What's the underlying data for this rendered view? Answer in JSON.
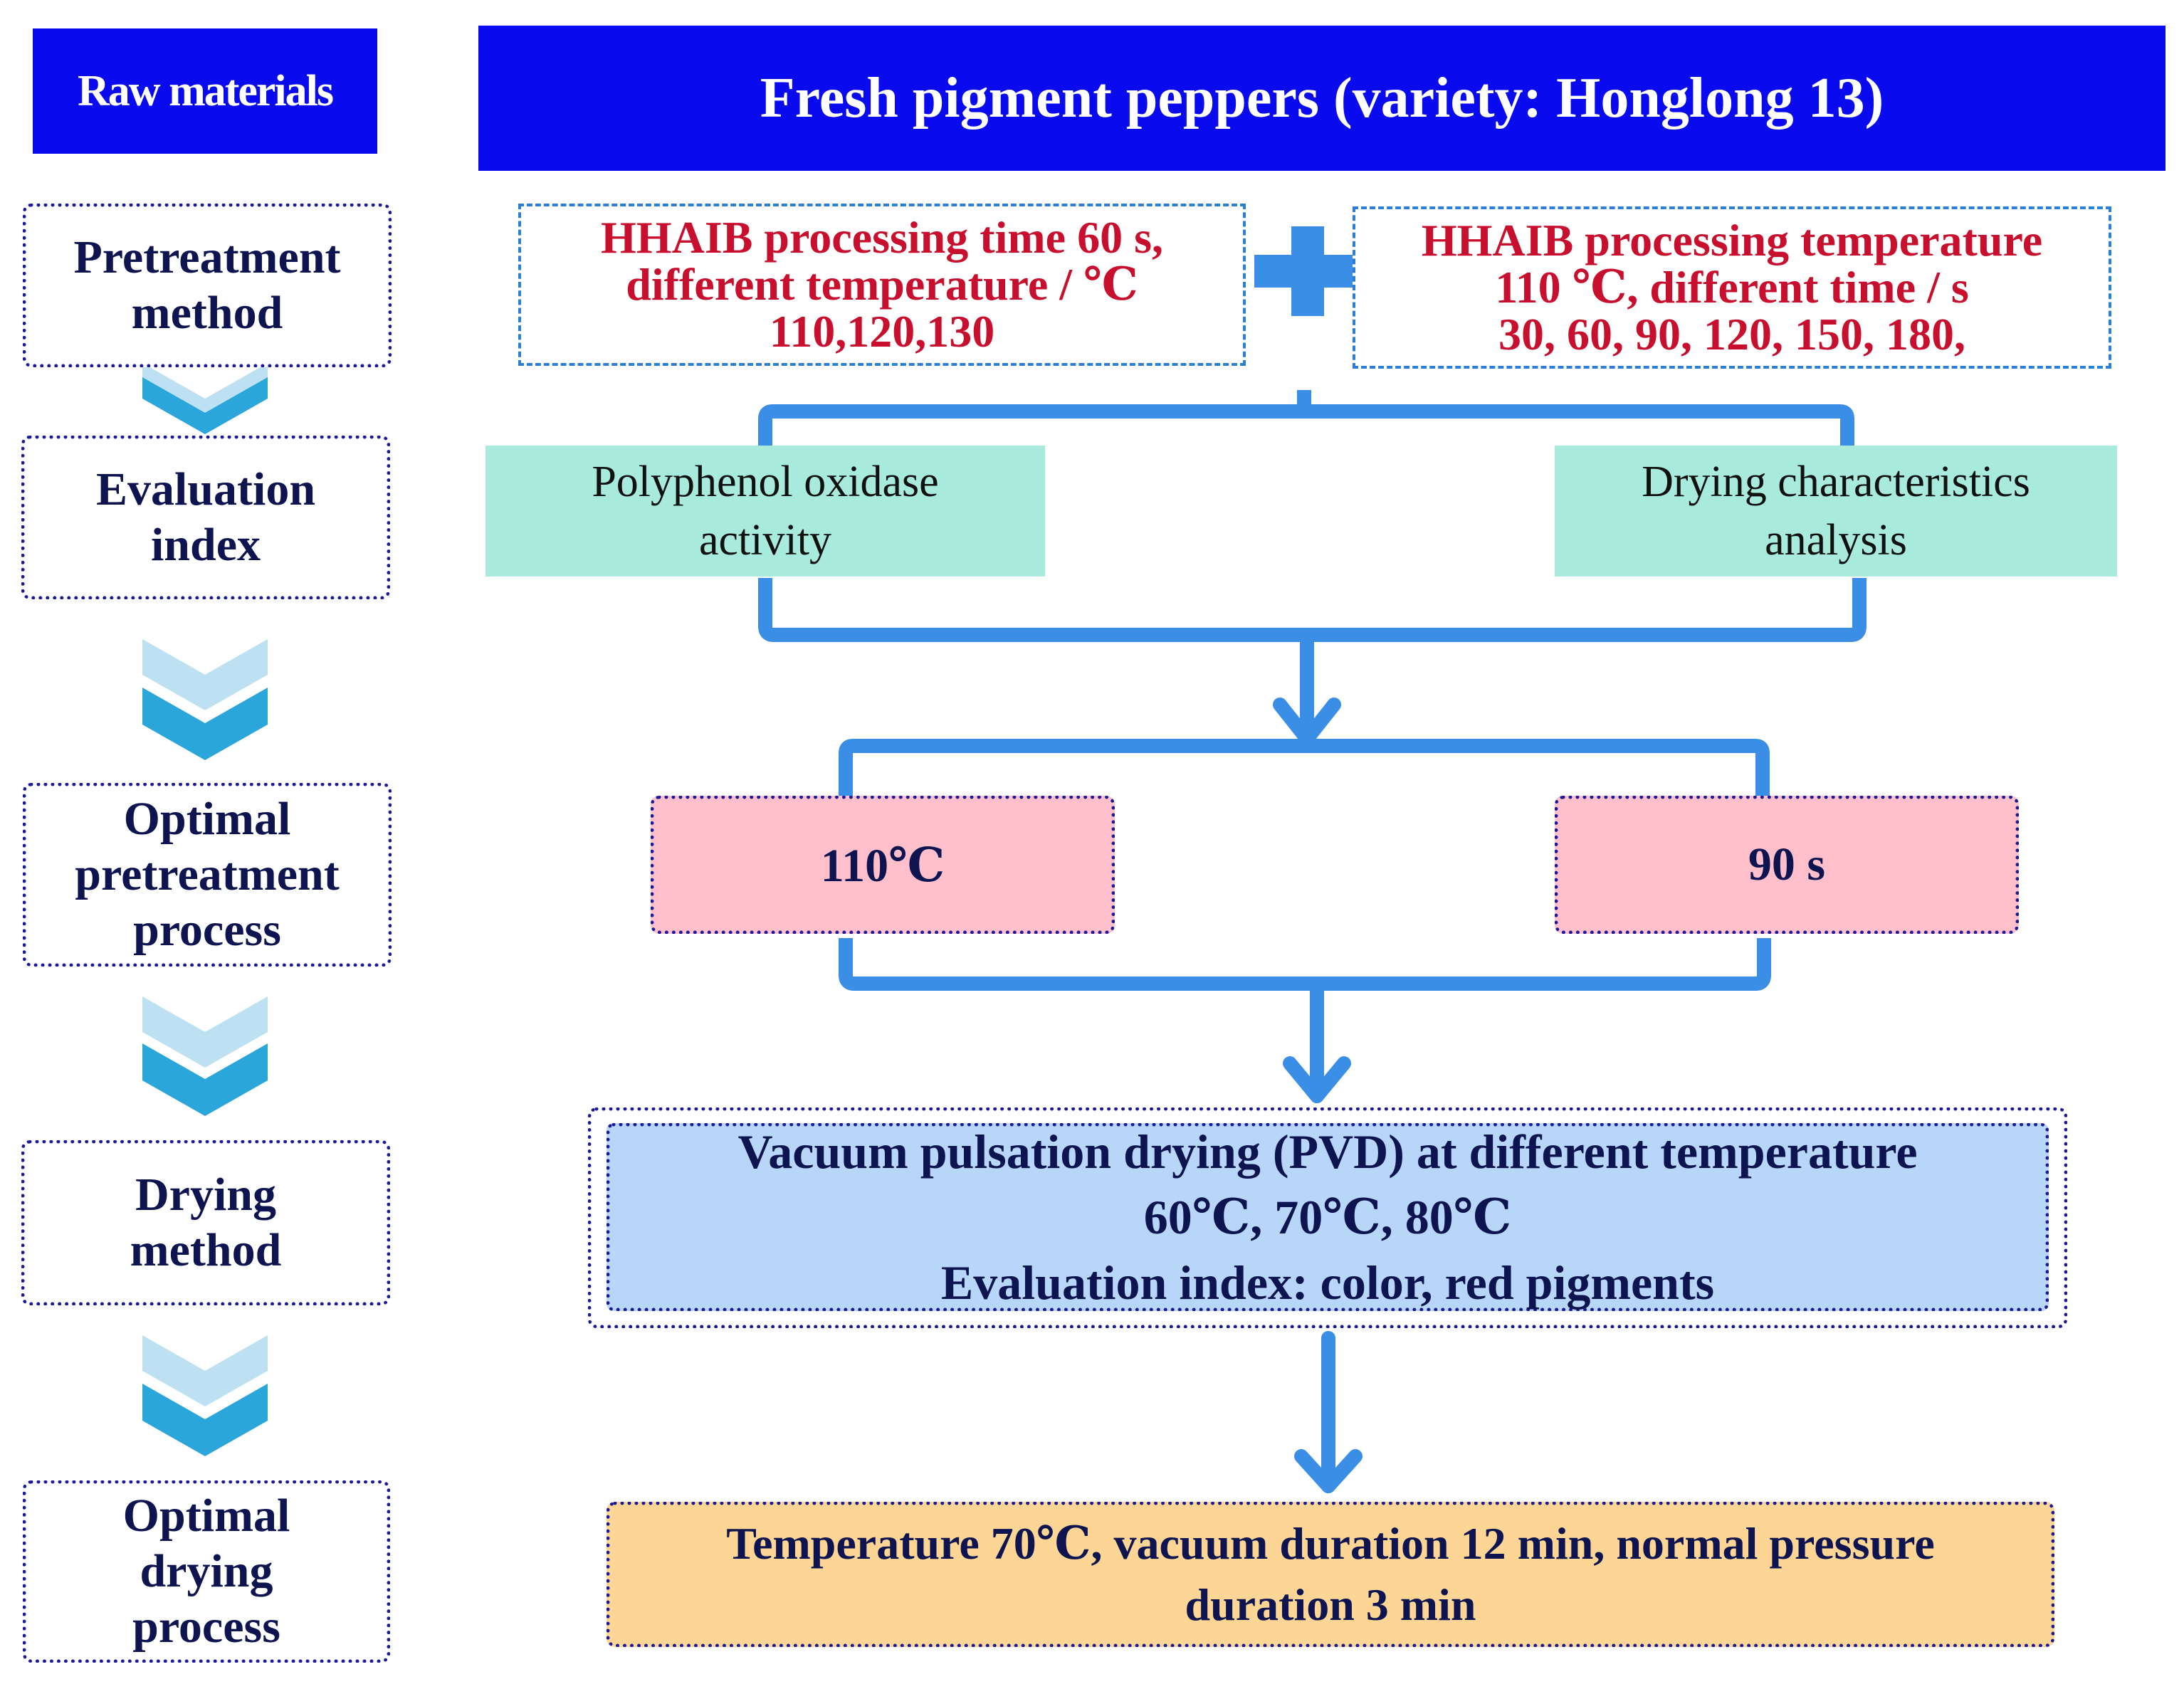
{
  "header": {
    "raw_label": "Raw materials",
    "title": "Fresh pigment peppers (variety: Honglong 13)"
  },
  "stages": [
    {
      "lines": [
        "Pretreatment",
        "method"
      ]
    },
    {
      "lines": [
        "Evaluation",
        "index"
      ]
    },
    {
      "lines": [
        "Optimal",
        "pretreatment",
        "process"
      ]
    },
    {
      "lines": [
        "Drying",
        "method"
      ]
    },
    {
      "lines": [
        "Optimal",
        "drying",
        "process"
      ]
    }
  ],
  "pretreatment": {
    "left_lines": [
      "HHAIB processing time 60 s,",
      "different temperature / ℃",
      "110,120,130"
    ],
    "right_lines": [
      "HHAIB processing temperature",
      "110 ℃,  different time / s",
      "30, 60, 90, 120, 150, 180,"
    ]
  },
  "evaluation": {
    "left_lines": [
      "Polyphenol oxidase",
      "activity"
    ],
    "right_lines": [
      "Drying characteristics",
      "analysis"
    ]
  },
  "optimal_pretreatment": {
    "temperature": "110℃",
    "time": "90 s"
  },
  "drying": {
    "lines": [
      "Vacuum pulsation drying (PVD) at different temperature",
      "60℃, 70℃, 80℃",
      "Evaluation index: color, red pigments"
    ]
  },
  "optimal_drying": {
    "lines": [
      "Temperature 70℃, vacuum duration 12 min, normal pressure",
      "duration 3 min"
    ]
  },
  "colors": {
    "header_blue": "#0a0aee",
    "connector_blue": "#3a8ee6",
    "condition_red": "#c8102e",
    "green_box": "#a8eadb",
    "pink_box": "#ffc0cb",
    "light_blue_box": "#b8d6f7",
    "orange_box": "#fdd695",
    "chevron_dark": "#2aa6da",
    "chevron_light": "#bde0f2"
  }
}
